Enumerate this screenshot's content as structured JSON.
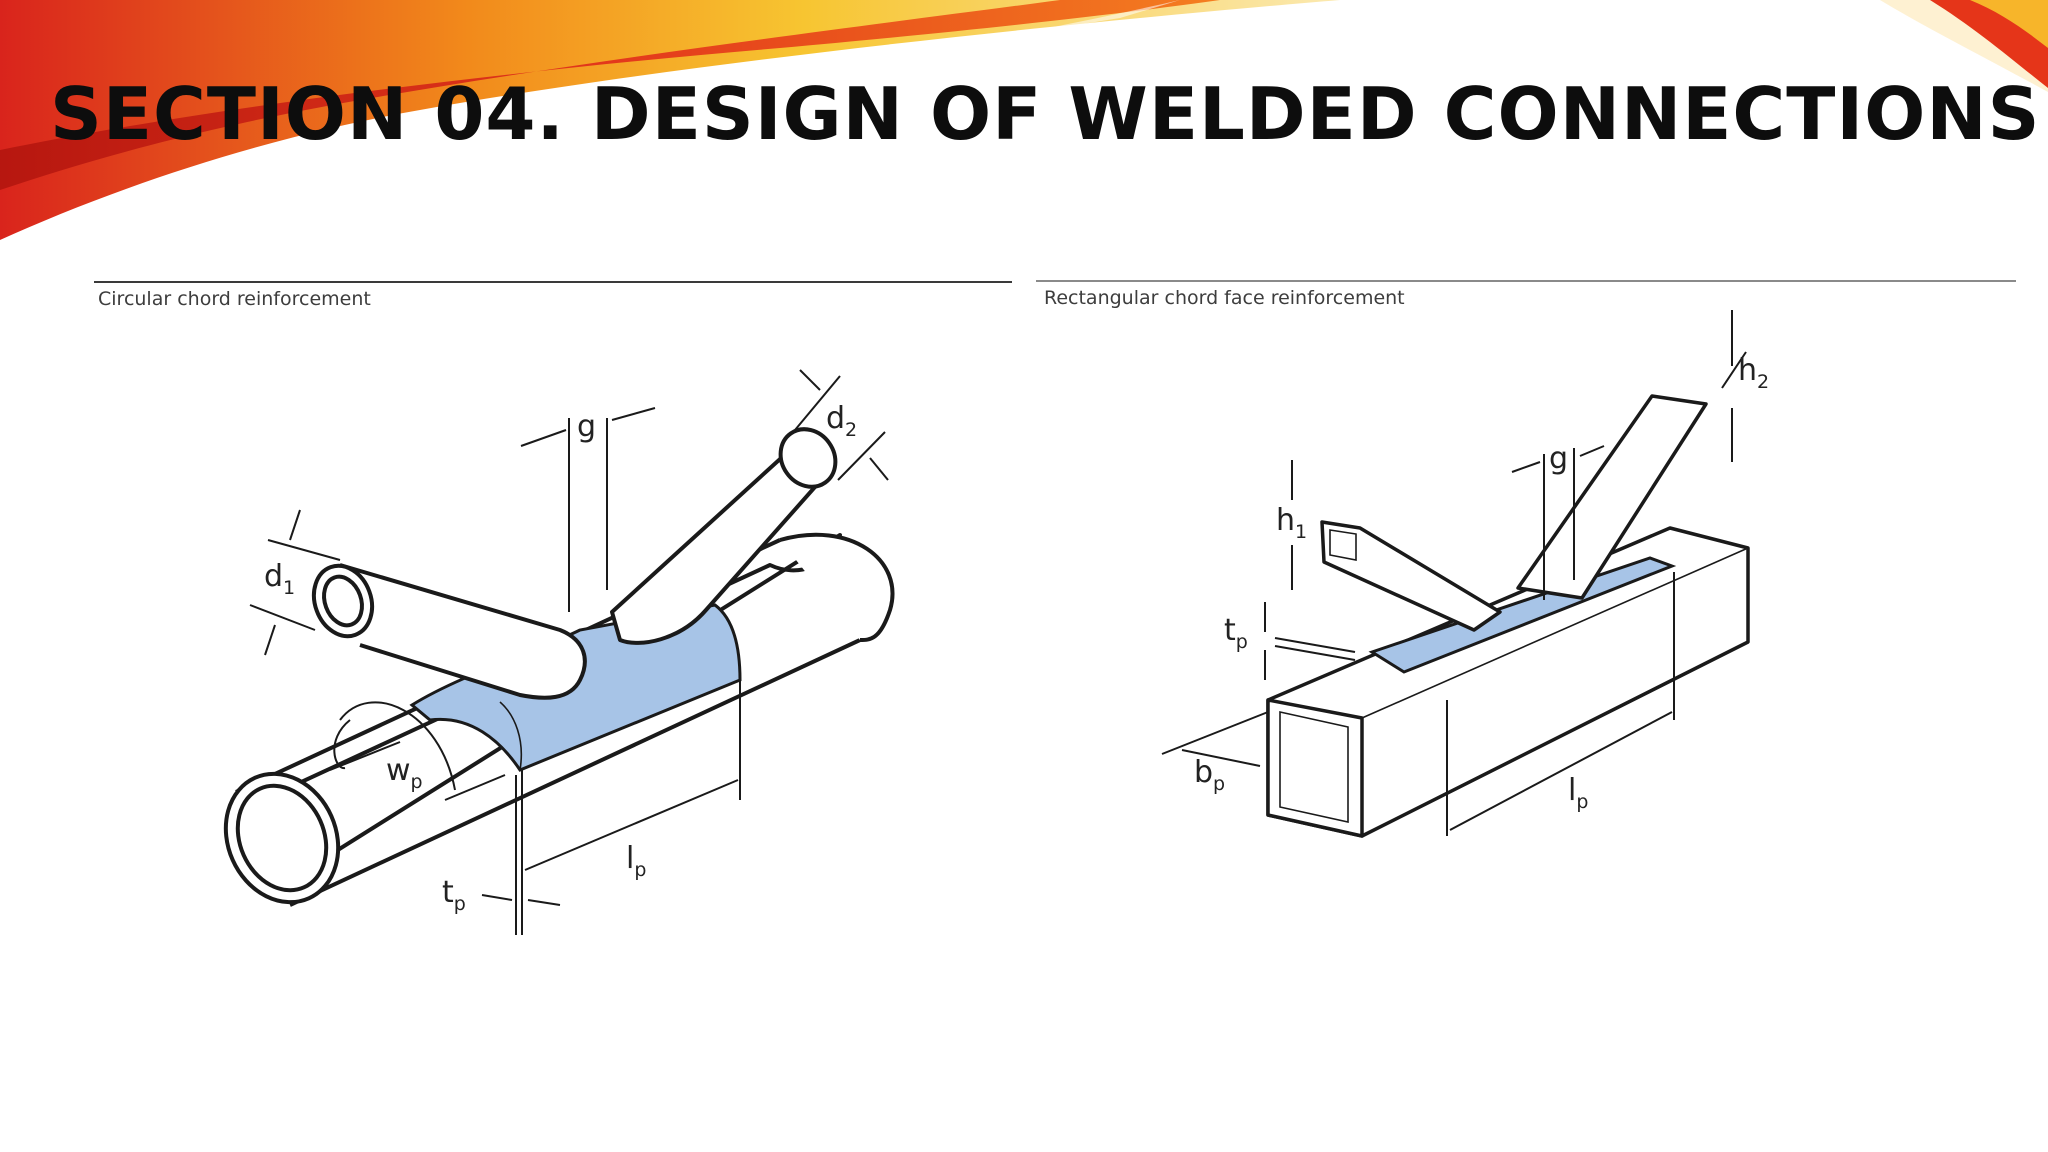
{
  "title": "SECTION 04. DESIGN OF WELDED CONNECTIONS",
  "colors": {
    "banner_red": "#d9241c",
    "banner_orange": "#f28a1b",
    "banner_yellow": "#f7c531",
    "plate_fill": "#a7c4e7",
    "line": "#1a1a1a"
  },
  "left_panel": {
    "caption": "Circular chord reinforcement",
    "labels": {
      "g": {
        "main": "g",
        "sub": ""
      },
      "d1": {
        "main": "d",
        "sub": "1"
      },
      "d2": {
        "main": "d",
        "sub": "2"
      },
      "wp": {
        "main": "w",
        "sub": "p"
      },
      "lp": {
        "main": "l",
        "sub": "p"
      },
      "tp": {
        "main": "t",
        "sub": "p"
      }
    }
  },
  "right_panel": {
    "caption": "Rectangular chord face reinforcement",
    "labels": {
      "h1": {
        "main": "h",
        "sub": "1"
      },
      "h2": {
        "main": "h",
        "sub": "2"
      },
      "g": {
        "main": "g",
        "sub": ""
      },
      "tp": {
        "main": "t",
        "sub": "p"
      },
      "bp": {
        "main": "b",
        "sub": "p"
      },
      "lp": {
        "main": "l",
        "sub": "p"
      }
    }
  }
}
